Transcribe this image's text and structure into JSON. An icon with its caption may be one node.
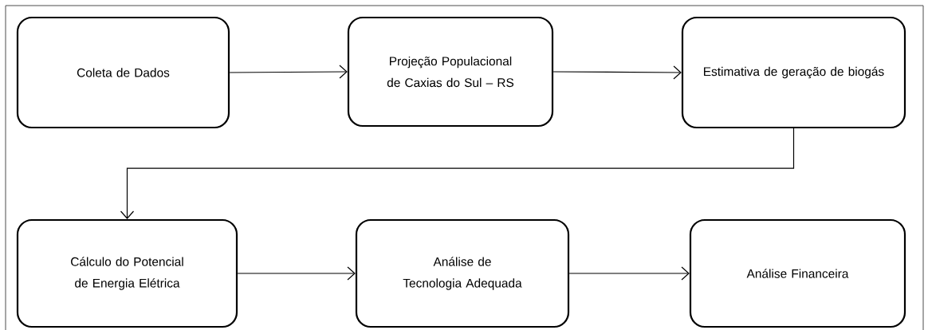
{
  "diagram": {
    "nodes": [
      {
        "text": [
          "Coleta de Dados"
        ]
      },
      {
        "text": [
          "Projeção Populacional de Caxias do Sul – RS"
        ]
      },
      {
        "text": [
          "Estimativa de geração de biogás"
        ]
      },
      {
        "text": [
          "Cálculo do Potencial de Energia Elétrica"
        ]
      },
      {
        "text": [
          "Análise de Tecnologia Adequada"
        ]
      },
      {
        "text": [
          "Análise Financeira"
        ]
      }
    ],
    "edges": [
      {
        "from": 0,
        "to": 1,
        "arrow": "to"
      },
      {
        "from": 1,
        "to": 2,
        "arrow": "to"
      },
      {
        "from": 2,
        "to": 3,
        "arrow": "to"
      },
      {
        "from": 3,
        "to": 4,
        "arrow": "to"
      },
      {
        "from": 4,
        "to": 5,
        "arrow": "to"
      }
    ]
  }
}
